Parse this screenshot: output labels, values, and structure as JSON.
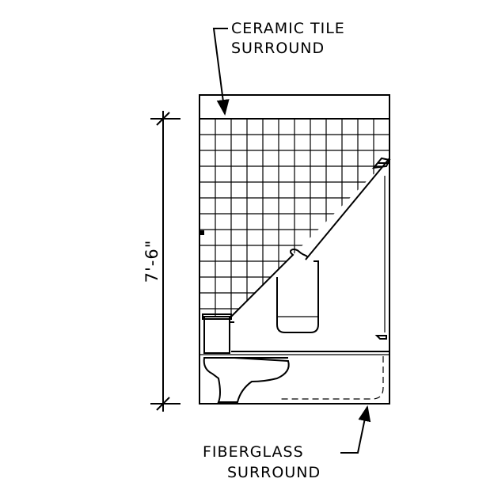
{
  "callouts": {
    "top_line1": "CERAMIC TILE",
    "top_line2": "SURROUND",
    "bottom_line1": "FIBERGLASS",
    "bottom_line2": "SURROUND"
  },
  "dimension": {
    "height_label": "7'-6\""
  }
}
